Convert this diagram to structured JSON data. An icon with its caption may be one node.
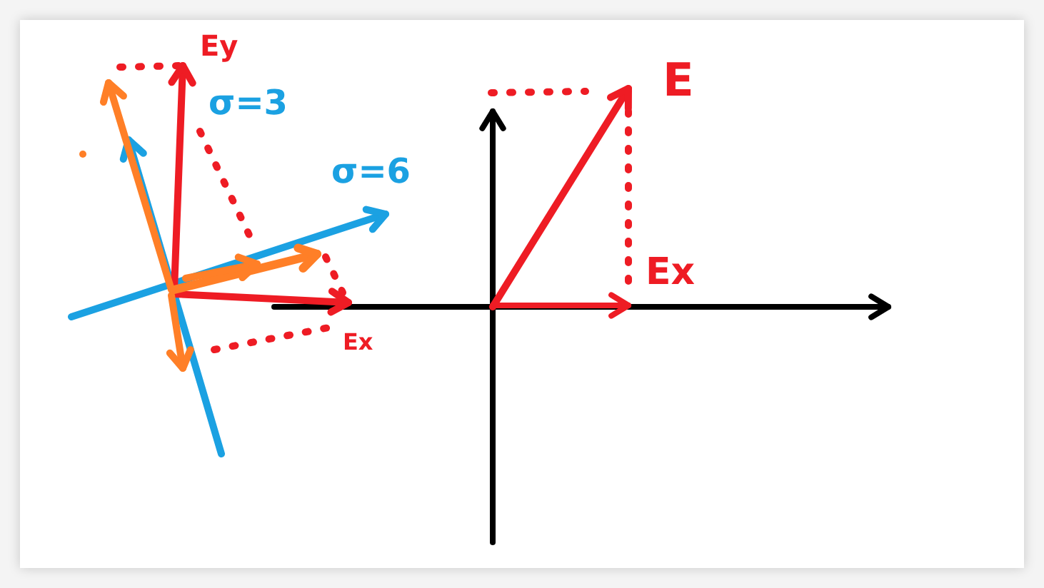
{
  "diagram": {
    "labels": [
      "Ey",
      "σ=3",
      "σ=6",
      "Ex",
      "E",
      "Ex"
    ]
  }
}
